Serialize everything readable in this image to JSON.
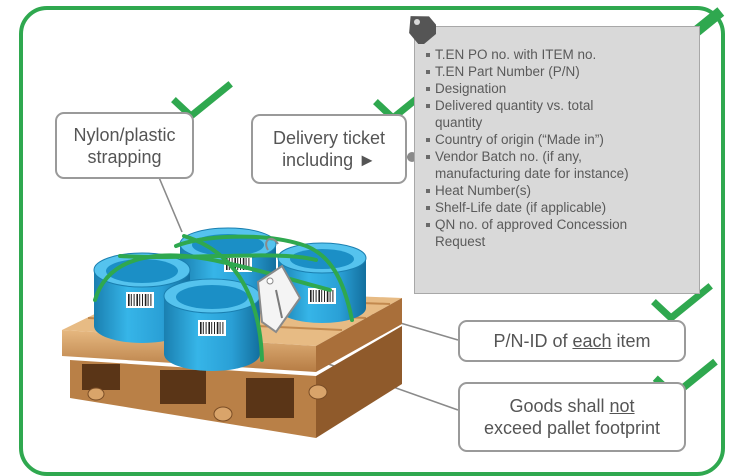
{
  "colors": {
    "check": "#2fa84f",
    "frame": "#2fa84f",
    "drum": "#2aa7d9",
    "pallet": "#c9935a",
    "note_bg": "#d9d9d9"
  },
  "callouts": {
    "strapping": [
      "Nylon/plastic",
      "strapping"
    ],
    "ticket": [
      "Delivery ticket",
      "including ►"
    ],
    "pnid": {
      "pre": "P/N-ID of ",
      "underlined": "each",
      "post": " item"
    },
    "goods_line1": "Goods shall ",
    "goods_underlined": "not",
    "goods_line2": "exceed pallet footprint"
  },
  "ticket_requirements": [
    [
      "T.EN PO no. with ITEM no."
    ],
    [
      "T.EN Part Number (P/N)"
    ],
    [
      "Designation"
    ],
    [
      "Delivered quantity vs. total",
      "quantity"
    ],
    [
      "Country of origin (“Made in”)"
    ],
    [
      "Vendor Batch no. (if any,",
      "manufacturing date for instance)"
    ],
    [
      "Heat Number(s)"
    ],
    [
      "Shelf-Life date (if applicable)"
    ],
    [
      "QN no. of approved Concession",
      "Request"
    ]
  ],
  "icons": [
    "check-mark-icon",
    "tag-icon",
    "barcode-icon",
    "pallet-icon",
    "drum-icon"
  ]
}
